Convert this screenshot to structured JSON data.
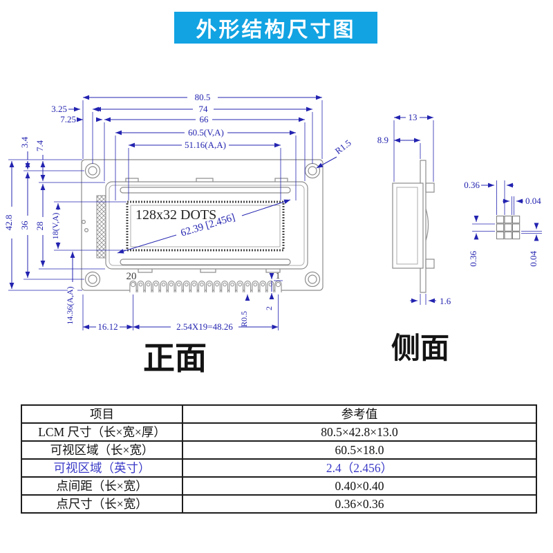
{
  "title": "外形结构尺寸图",
  "front": {
    "label": "正面",
    "display_area_label": "128x32 DOTS",
    "pin_last_label": "20",
    "pin_first_label": "1",
    "dims": {
      "overall_width": "80.5",
      "hole_span_width": "74",
      "bezel_width": "66",
      "view_area_width": "60.5(V,A)",
      "active_area_width": "51.16(A,A)",
      "hole_offset_x": "3.25",
      "bezel_offset_x": "7.25",
      "hole_offset_y": "3.4",
      "bezel_offset_y": "7.4",
      "overall_height": "42.8",
      "hole_span_height": "36",
      "bezel_height": "28",
      "view_area_height": "18(V,A)",
      "active_area_height": "14.36(A,A)",
      "pin_row_offset": "16.12",
      "pin_pitch": "2.54X19=48.26",
      "pin_hole_radius": "R0.5",
      "pin_length": "2",
      "view_diagonal": "62.39 [2.456]",
      "corner_radius": "R1.5"
    }
  },
  "side": {
    "label": "侧面",
    "dims": {
      "total_thickness": "13",
      "body_thickness": "8.9",
      "pcb_thickness": "1.6"
    }
  },
  "dot_detail": {
    "dims": {
      "dot_width": "0.36",
      "dot_gap_x": "0.04",
      "dot_height": "0.36",
      "dot_gap_y": "0.04"
    }
  },
  "spec_table": {
    "headers": {
      "item": "项目",
      "value": "参考值"
    },
    "rows": [
      {
        "item": "LCM 尺寸（长×宽×厚）",
        "value": "80.5×42.8×13.0"
      },
      {
        "item": "可视区域（长×宽）",
        "value": "60.5×18.0"
      },
      {
        "item": "可视区域（英寸）",
        "value": "2.4（2.456）"
      },
      {
        "item": "点间距（长×宽）",
        "value": "0.40×0.40"
      },
      {
        "item": "点尺寸（长×宽）",
        "value": "0.36×0.36"
      }
    ]
  },
  "colors": {
    "banner_blue": "#12a3e2",
    "dimension_blue": "#2323b0",
    "outline_gray": "#8c8c8c",
    "highlight_blue": "#3a3ac8",
    "text_black": "#141414"
  }
}
